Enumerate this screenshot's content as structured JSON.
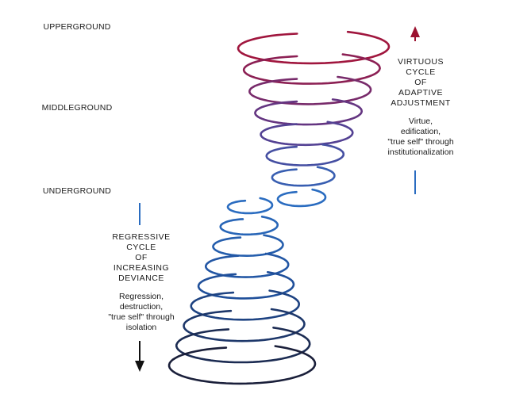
{
  "levels": {
    "upperground": "UPPERGROUND",
    "middleground": "MIDDLEGROUND",
    "underground": "UNDERGROUND"
  },
  "virtuous": {
    "title_lines": [
      "VIRTUOUS",
      "CYCLE",
      "OF",
      "ADAPTIVE",
      "ADJUSTMENT"
    ],
    "description_lines": [
      "Virtue,",
      "edification,",
      "\"true self\" through",
      "institutionalization"
    ]
  },
  "regressive": {
    "title_lines": [
      "REGRESSIVE",
      "CYCLE",
      "OF",
      "INCREASING",
      "DEVIANCE"
    ],
    "description_lines": [
      "Regression,",
      "destruction,",
      "\"true self\" through",
      "isolation"
    ]
  },
  "colors": {
    "upper": "#a0163e",
    "middle": "#5a3a8c",
    "blue": "#2a6cc0",
    "lower": "#1a1f3a",
    "arrow_up": "#9b1230",
    "arrow_down": "#111111"
  },
  "icons": {
    "up_arrow": "up-arrow-icon",
    "down_arrow": "down-arrow-icon"
  }
}
